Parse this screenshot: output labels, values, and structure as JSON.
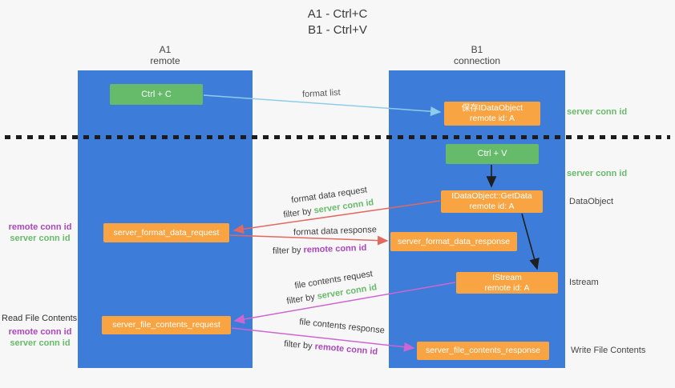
{
  "title": {
    "line1": "A1 - Ctrl+C",
    "line2": "B1 - Ctrl+V"
  },
  "lanes": {
    "left": {
      "name": "A1",
      "role": "remote"
    },
    "right": {
      "name": "B1",
      "role": "connection"
    }
  },
  "boxes": {
    "ctrl_c": {
      "label": "Ctrl + C"
    },
    "save_dataobject": {
      "line1": "保存IDataObject",
      "line2": "remote id: A"
    },
    "ctrl_v": {
      "label": "Ctrl + V"
    },
    "getdata": {
      "line1": "IDataObject::GetData",
      "line2": "remote id: A"
    },
    "format_request": {
      "label": "server_format_data_request"
    },
    "format_response": {
      "label": "server_format_data_response"
    },
    "istream": {
      "line1": "IStream",
      "line2": "remote id: A"
    },
    "file_request": {
      "label": "server_file_contents_request"
    },
    "file_response": {
      "label": "server_file_contents_response"
    }
  },
  "side_labels": {
    "server_conn_id_top": "server conn id",
    "server_conn_id_mid": "server conn id",
    "dataobject": "DataObject",
    "istream": "Istream",
    "read_file_contents": "Read File Contents",
    "write_file_contents": "Write File Contents",
    "left_group_format": {
      "remote": "remote conn id",
      "server": "server conn id"
    },
    "left_group_file": {
      "remote": "remote conn id",
      "server": "server conn id"
    }
  },
  "edge_labels": {
    "format_list": "format list",
    "format_data_request": "format data request",
    "format_data_response": "format data response",
    "file_contents_request": "file contents request",
    "file_contents_response": "file contents response",
    "filter_by": "filter by ",
    "server_conn_id": "server conn id",
    "remote_conn_id": "remote conn id"
  },
  "colors": {
    "lane_blue": "#3d7cd9",
    "box_green": "#66bb6a",
    "box_orange": "#f8a443",
    "arrow_blue": "#8ecde9",
    "arrow_red": "#e2695f",
    "arrow_magenta": "#cd66d0",
    "arrow_black": "#1f1f1f",
    "text_green": "#67bb6a",
    "text_purple": "#ab47bc"
  }
}
